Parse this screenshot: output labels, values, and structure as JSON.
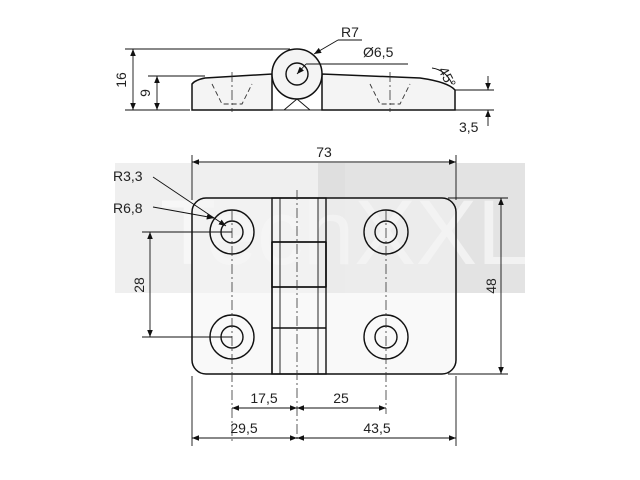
{
  "watermark": {
    "brand": "TechXXL",
    "band_color": "#d9d9d9"
  },
  "top_view": {
    "height_total": "16",
    "height_leaf": "9",
    "hinge_radius": "R7",
    "pin_diameter": "Ø6,5",
    "chamfer_angle": "45°",
    "leaf_thickness": "3,5"
  },
  "front_view": {
    "overall_width": "73",
    "overall_height": "48",
    "hole_radius": "R3,3",
    "counterbore_radius": "R6,8",
    "hole_pitch_vertical": "28",
    "left_hole_to_pin": "17,5",
    "pin_to_right_hole": "25",
    "left_to_pin": "29,5",
    "pin_to_right": "43,5"
  }
}
